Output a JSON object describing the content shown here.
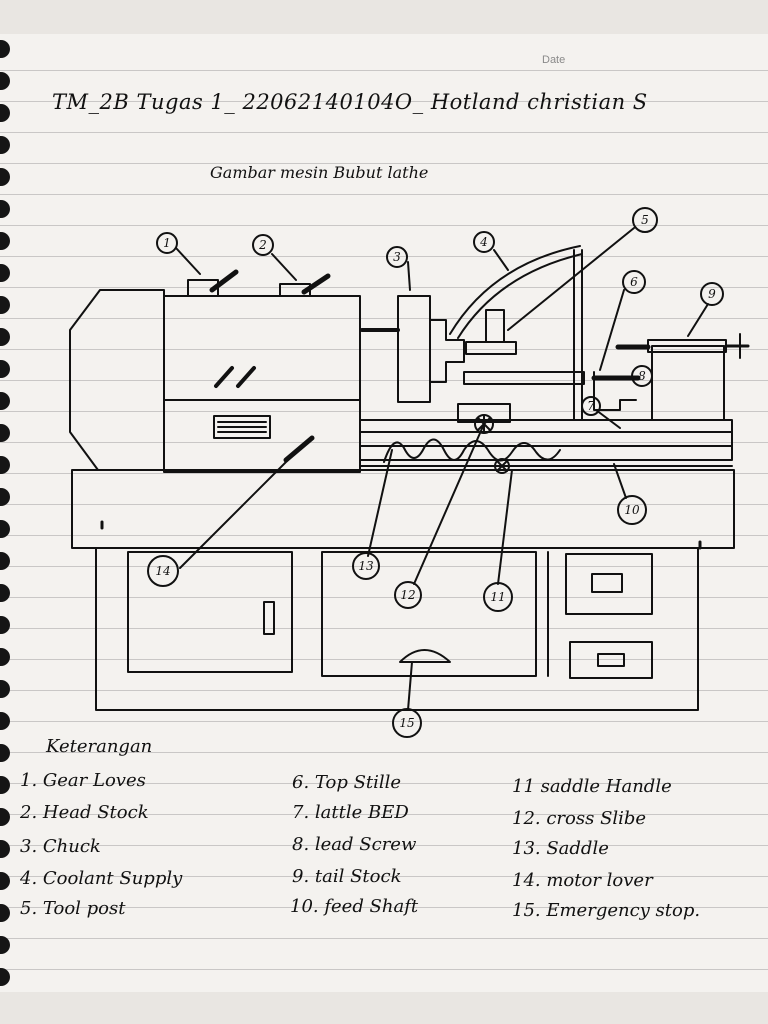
{
  "header": {
    "date_label": "Date",
    "title": "TM_2B Tugas 1_ 22062140104O_ Hotland christian S",
    "subtitle": "Gambar mesin Bubut lathe"
  },
  "callouts": [
    "1",
    "2",
    "3",
    "4",
    "5",
    "6",
    "7",
    "8",
    "9",
    "10",
    "11",
    "12",
    "13",
    "14",
    "15"
  ],
  "legend": {
    "heading": "Keterangan",
    "items": [
      "1. Gear Loves",
      "2. Head Stock",
      "3. Chuck",
      "4. Coolant Supply",
      "5. Tool post",
      "6. Top Stille",
      "7. lattle BED",
      "8. lead Screw",
      "9. tail Stock",
      "10. feed Shaft",
      "11 saddle Handle",
      "12. cross Slibe",
      "13. Saddle",
      "14. motor lover",
      "15. Emergency stop."
    ]
  },
  "colors": {
    "ink": "#111111",
    "paper": "#f4f2ef",
    "rule": "#c9c7c6"
  }
}
